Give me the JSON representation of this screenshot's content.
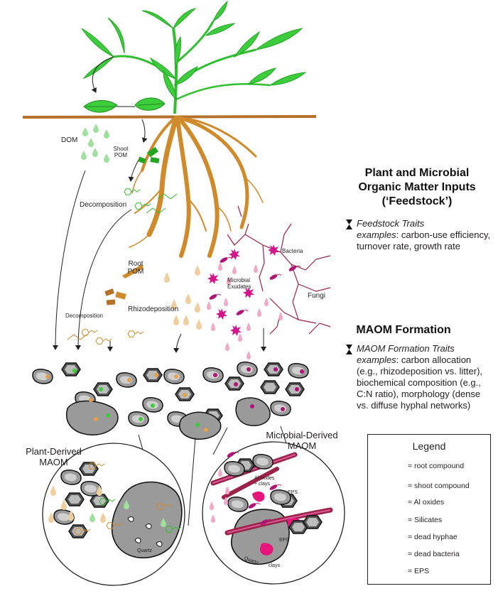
{
  "colors": {
    "plant_green": "#2fbf2f",
    "root_orange": "#d08a2a",
    "microbe_magenta": "#d4148a",
    "soil_brown": "#b5702a",
    "mineral_gray": "#9a9a9a",
    "legend_border": "#222222"
  },
  "labels": {
    "dom": "DOM",
    "shoot_pom": "Shoot\nPOM",
    "decomposition_top": "Decomposition",
    "root_pom": "Root\nPOM",
    "decomposition_lower": "Decomposition",
    "rhizodeposition": "Rhizodeposition",
    "microbial_exudates": "Microbial\nExudates",
    "bacteria": "Bacteria",
    "fungi": "Fungi",
    "al_oxides_clays": "Al oxides\n+ clays",
    "eps_1": "EPS",
    "eps_2": "EPS",
    "quartz_left": "Quartz",
    "quartz_right": "Quartz",
    "clays": "clays"
  },
  "feedstock": {
    "heading": "Plant and Microbial\nOrganic Matter Inputs\n(‘Feedstock’)",
    "traits_title": "Feedstock Traits",
    "examples_label": "examples",
    "examples_text": ": carbon-use efficiency,\nturnover rate, growth rate"
  },
  "maom": {
    "heading": "MAOM Formation",
    "traits_title": "MAOM Formation Traits",
    "examples_label": "examples",
    "examples_text": ": carbon allocation\n(e.g., rhizodeposition vs. litter),\nbiochemical composition (e.g.,\nC:N ratio), morphology (dense\nvs. diffuse hyphal networks)"
  },
  "sections": {
    "plant_derived": "Plant-Derived\nMAOM",
    "microbial_derived": "Microbial-Derived\nMAOM"
  },
  "legend": {
    "title": "Legend",
    "items": [
      {
        "icon": "root-compound-icon",
        "label": "= root compound"
      },
      {
        "icon": "shoot-compound-icon",
        "label": "= shoot compound"
      },
      {
        "icon": "al-oxide-icon",
        "label": "= Al oxides"
      },
      {
        "icon": "silicate-icon",
        "label": "= Silicates"
      },
      {
        "icon": "dead-hyphae-icon",
        "label": "= dead hyphae"
      },
      {
        "icon": "dead-bacteria-icon",
        "label": "= dead bacteria"
      },
      {
        "icon": "eps-icon",
        "label": "= EPS"
      }
    ]
  }
}
